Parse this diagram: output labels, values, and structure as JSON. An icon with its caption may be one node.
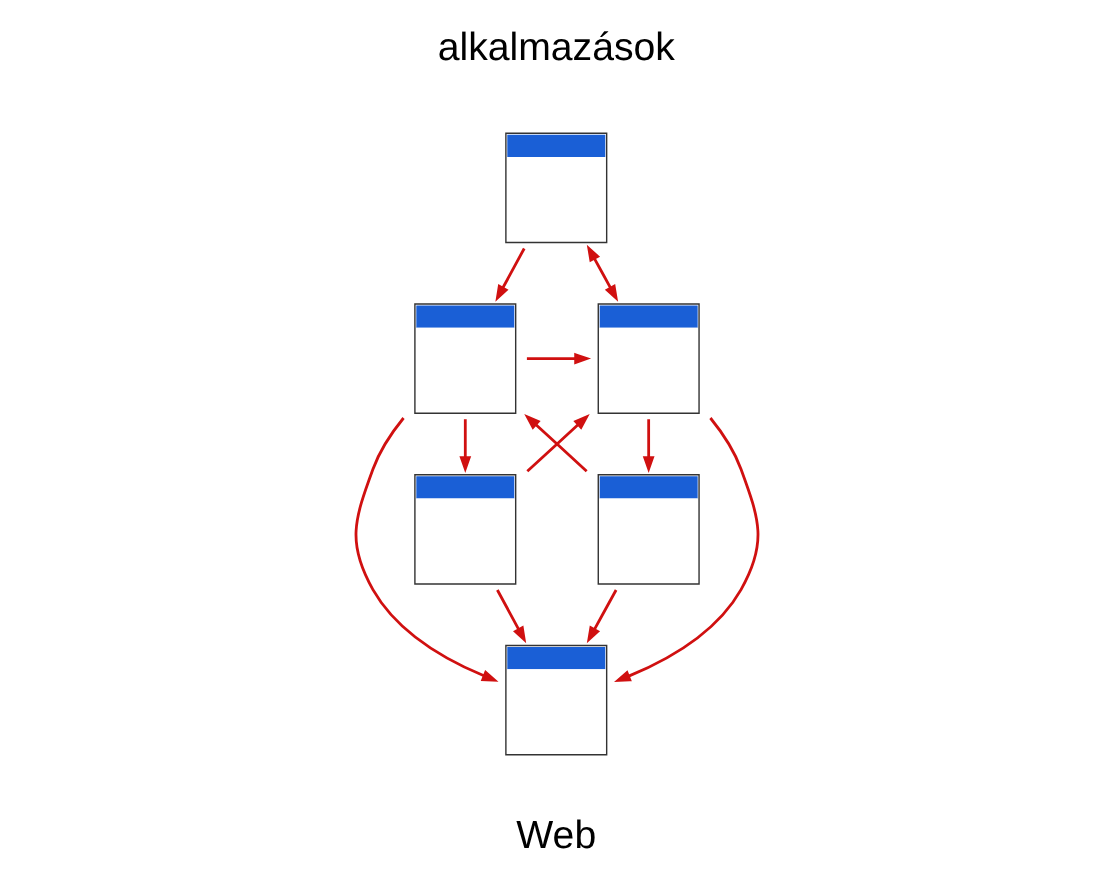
{
  "diagram": {
    "nodes": [
      {
        "text": [],
        "shape": "picture"
      },
      {
        "text": [],
        "shape": "picture"
      },
      {
        "text": [],
        "shape": "picture"
      },
      {
        "text": [],
        "shape": "picture"
      },
      {
        "text": [],
        "shape": "picture"
      },
      {
        "text": [],
        "shape": "picture"
      }
    ],
    "edges": [
      {
        "from": 0,
        "to": 1,
        "arrow": "to"
      },
      {
        "from": 0,
        "to": 3,
        "arrow": "both"
      },
      {
        "from": 1,
        "to": 3,
        "arrow": "to"
      },
      {
        "from": 4,
        "to": 1,
        "arrow": "to"
      },
      {
        "from": 1,
        "to": 2,
        "arrow": "to"
      },
      {
        "from": 2,
        "to": 3,
        "arrow": "to"
      },
      {
        "from": 3,
        "to": 4,
        "arrow": "to"
      },
      {
        "from": 1,
        "to": 5,
        "arrow": "to"
      },
      {
        "from": 2,
        "to": 5,
        "arrow": "to"
      },
      {
        "from": 3,
        "to": 5,
        "arrow": "to"
      },
      {
        "from": 4,
        "to": 5,
        "arrow": "to"
      }
    ],
    "labels": [
      "alkalmazások",
      "Web"
    ]
  }
}
